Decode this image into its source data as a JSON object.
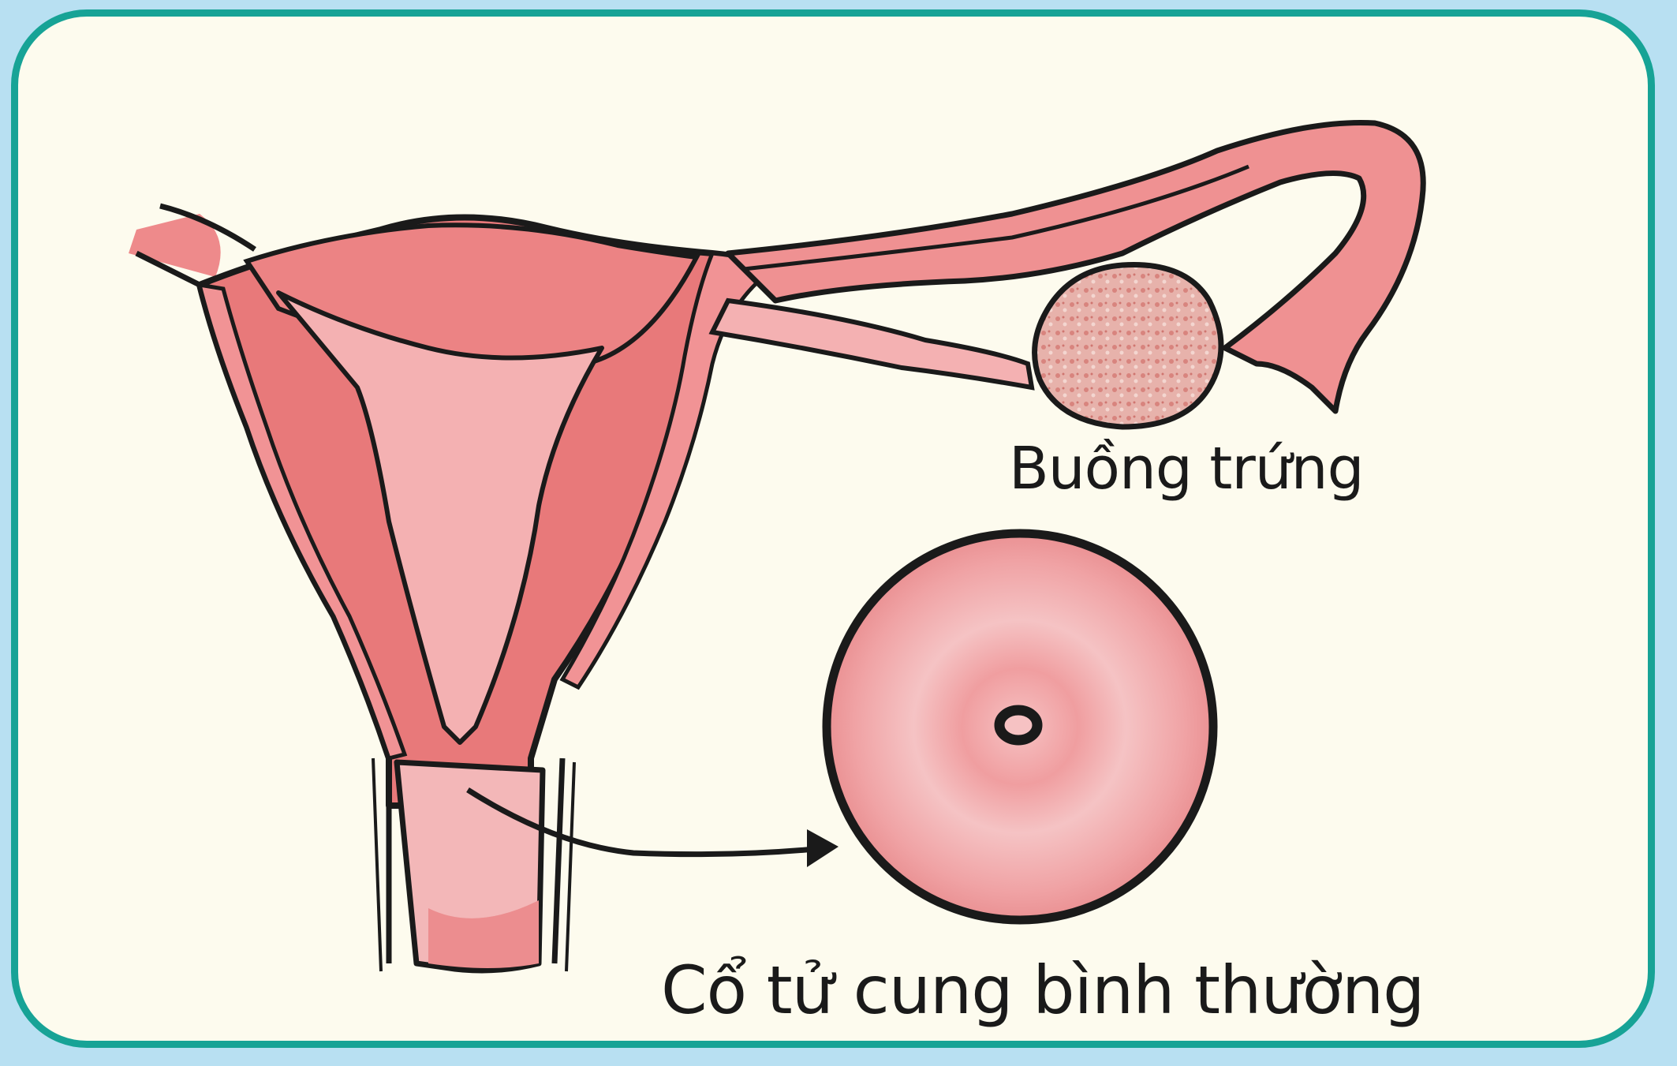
{
  "labels": {
    "ovary": "Buồng trứng",
    "cervix": "Cổ tử cung bình thường"
  },
  "colors": {
    "page_background": "#b8e0f2",
    "panel_background": "#fdfbee",
    "panel_border": "#17a396",
    "tissue_dark": "#e8797a",
    "tissue_light": "#f4b1b2",
    "ovary_fill": "#e3a8a2",
    "outline": "#1a1a1a"
  },
  "icons": {
    "uterus": "uterus-illustration",
    "ovary": "ovary-illustration",
    "cervix_view": "cervix-cross-section",
    "arrow": "pointer-arrow"
  }
}
